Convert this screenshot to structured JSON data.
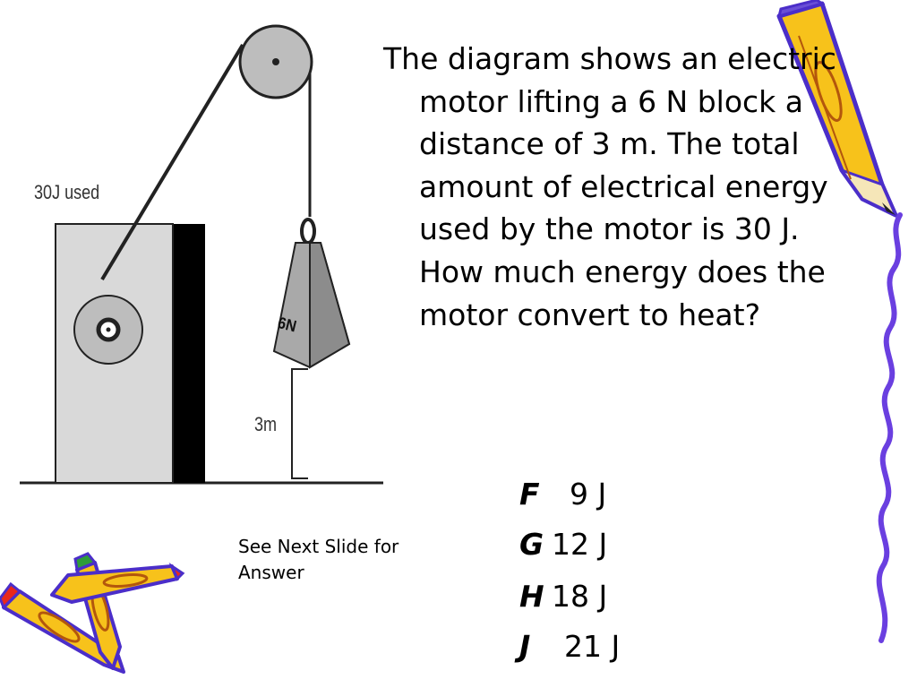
{
  "diagram": {
    "energy_label": "30J used",
    "weight_label": "6N",
    "height_label": "3m"
  },
  "question": "The diagram shows an electric motor lifting a 6 N block a distance of 3 m. The total amount of electrical energy used by the motor is 30 J. How much energy does the motor convert to heat?",
  "options": [
    {
      "letter": "F",
      "value": "9 J"
    },
    {
      "letter": "G",
      "value": "12 J"
    },
    {
      "letter": "H",
      "value": "18 J"
    },
    {
      "letter": "J",
      "value": "21 J"
    }
  ],
  "note": "See Next Slide for Answer",
  "colors": {
    "pulley": "#bdbdbd",
    "motor_body": "#d9d9d9",
    "block": "#a9a9a9",
    "pencil_body": "#f7c21b",
    "pencil_outline": "#4b2ec9",
    "pencil_eraser_left": "#e8281c",
    "pencil_eraser_top": "#2e9c3a"
  },
  "icons": [
    "pencil-icon",
    "crossed-pencils-icon",
    "wavy-line-decoration"
  ]
}
